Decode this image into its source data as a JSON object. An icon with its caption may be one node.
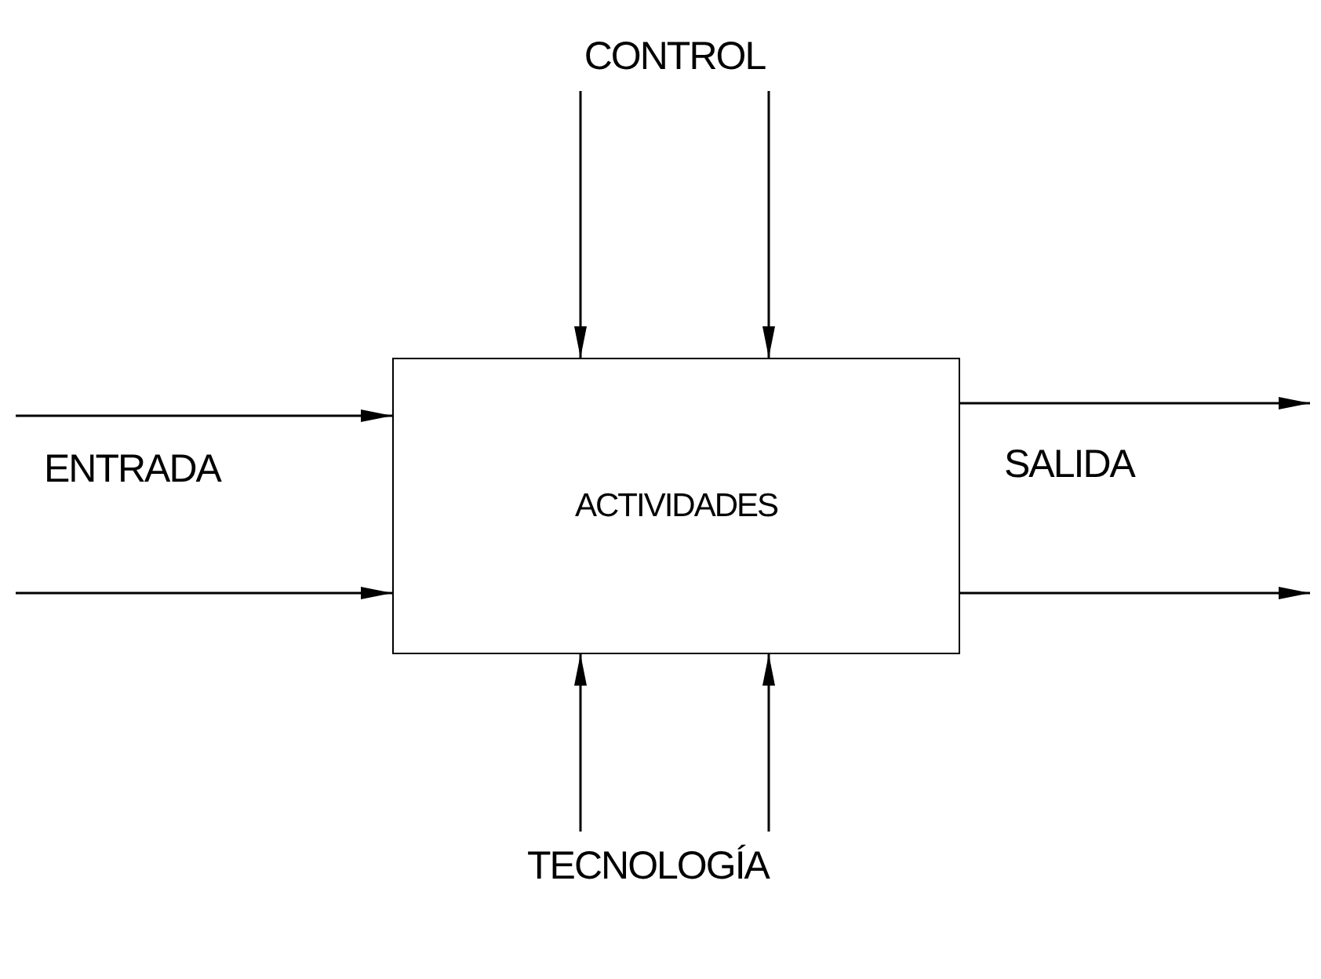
{
  "diagram": {
    "nodes": [
      {
        "text": [
          "CONTROL"
        ]
      },
      {
        "text": [
          "ACTIVIDADES"
        ]
      },
      {
        "text": [
          "TECNOLOGÍA"
        ]
      }
    ],
    "edges": [
      {
        "from": 0,
        "to": 1,
        "arrow": "to"
      },
      {
        "from": 0,
        "to": 1,
        "arrow": "to"
      },
      {
        "from": null,
        "to": 1,
        "arrow": "to"
      },
      {
        "from": null,
        "to": 1,
        "arrow": "to"
      },
      {
        "from": 1,
        "to": null,
        "arrow": "to"
      },
      {
        "from": 1,
        "to": null,
        "arrow": "to"
      },
      {
        "from": 2,
        "to": 1,
        "arrow": "to"
      },
      {
        "from": 2,
        "to": 1,
        "arrow": "to"
      }
    ],
    "labels": [
      "ENTRADA",
      "SALIDA"
    ]
  }
}
